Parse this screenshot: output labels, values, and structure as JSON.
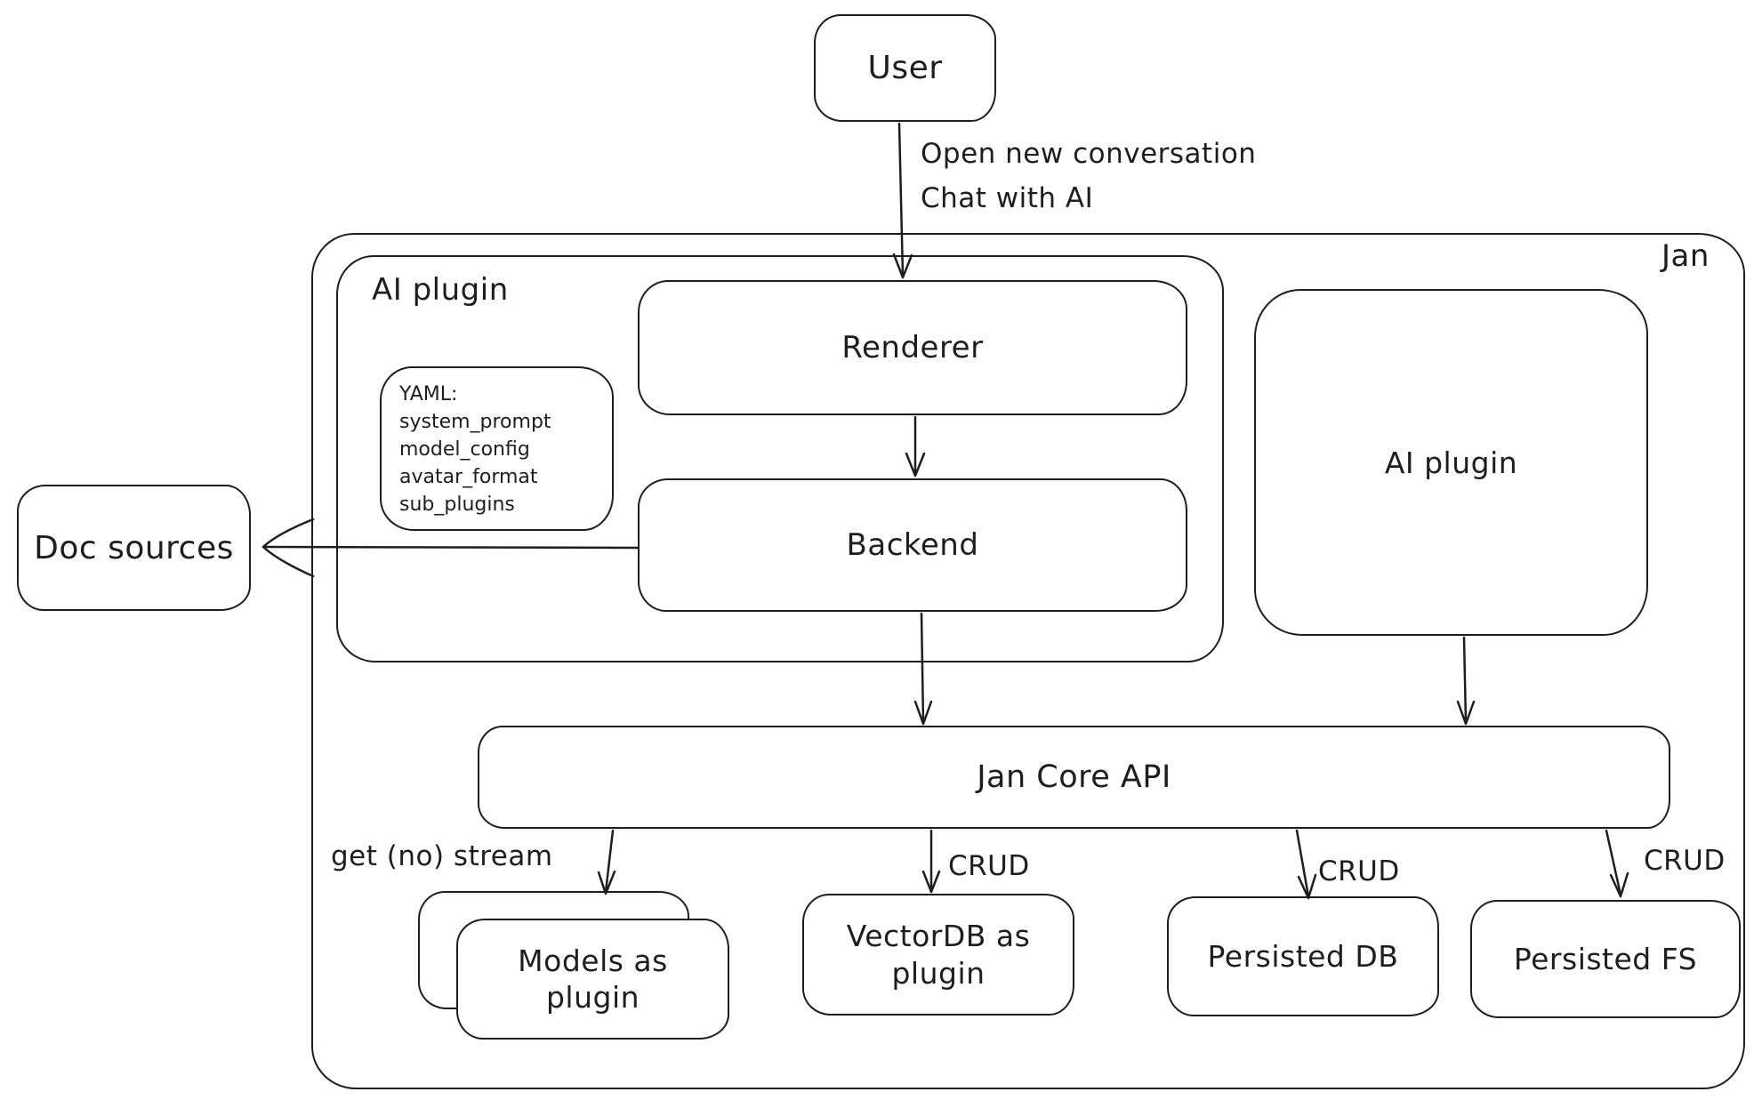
{
  "colors": {
    "stroke": "#1e1e1e",
    "background": "#ffffff"
  },
  "nodes": {
    "user": {
      "label": "User"
    },
    "jan": {
      "label": "Jan"
    },
    "ai_plugin_left": {
      "label": "AI plugin"
    },
    "renderer": {
      "label": "Renderer"
    },
    "backend": {
      "label": "Backend"
    },
    "yaml_note": {
      "lines": [
        "YAML:",
        "system_prompt",
        "model_config",
        "avatar_format",
        "sub_plugins"
      ]
    },
    "doc_sources": {
      "label": "Doc sources"
    },
    "ai_plugin_right": {
      "label": "AI plugin"
    },
    "jan_core_api": {
      "label": "Jan Core API"
    },
    "models_plugin": {
      "label": "Models as plugin"
    },
    "vectordb_plugin": {
      "label": "VectorDB as plugin"
    },
    "persisted_db": {
      "label": "Persisted DB"
    },
    "persisted_fs": {
      "label": "Persisted FS"
    }
  },
  "edge_labels": {
    "user_action_line1": "Open new conversation",
    "user_action_line2": "Chat with AI",
    "get_no_stream": "get (no) stream",
    "crud_vectordb": "CRUD",
    "crud_persisted_db": "CRUD",
    "crud_persisted_fs": "CRUD"
  }
}
